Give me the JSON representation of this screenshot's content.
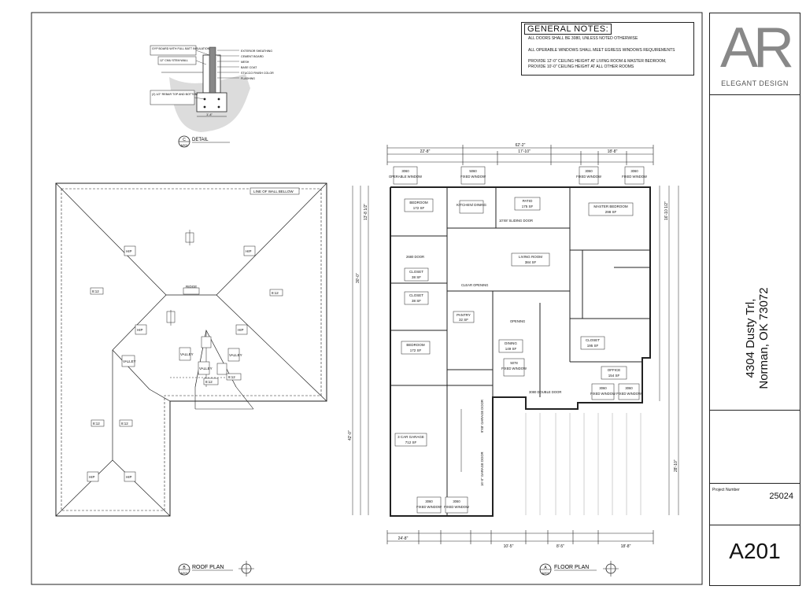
{
  "general_notes": {
    "title": "GENERAL NOTES:",
    "items": [
      "ALL DOORS SHALL BE 3080, UNLESS NOTED OTHERWISE",
      "ALL OPERABLE WINDOWS SHALL MEET EGRESS WINDOWS REQUIREMENTS",
      "PROVIDE 12'-0\" CEILING HEIGHT AT LIVING ROOM & MASTER BEDROOM,",
      "PROVIDE 10'-0\" CEILING HEIGHT AT ALL OTHER ROOMS"
    ]
  },
  "title_block": {
    "logo_letters": "AR",
    "logo_subtitle": "ELEGANT DESIGN",
    "address_line1": "4304 Dusty Trl,",
    "address_line2": "Norman, OK 73072",
    "project_number_label": "Project Number",
    "project_number": "25024",
    "sheet_number": "A201"
  },
  "detail": {
    "tag": "C",
    "sheet": "A201",
    "title": "DETAIL",
    "labels": [
      "GYP BOARD WITH FULL BATT INSULATION",
      "12\" CMU STEM WALL",
      "(2) 1/2\" REBAR TOP AND BOTTOM",
      "EXTERIOR SHEATHING",
      "CEMENT BOARD",
      "MESH",
      "BASE COAT",
      "STUCCO FINISH COLOR",
      "FLASHING"
    ],
    "dims": [
      "1'-4\""
    ]
  },
  "roof_plan": {
    "tag": "B",
    "sheet": "A201",
    "title": "ROOF PLAN",
    "line_of_wall": "LINE OF WALL BELLOW",
    "ridge": "RIDGE",
    "hip": "HIP",
    "valley": "VALLEY",
    "slope": "8:12"
  },
  "floor_plan": {
    "tag": "A",
    "sheet": "A201",
    "title": "FLOOR PLAN",
    "overall_width": "62'-2\"",
    "rooms": [
      {
        "name": "BEDROOM",
        "area": "172 SF"
      },
      {
        "name": "KITCHEN/ DINING",
        "area": ""
      },
      {
        "name": "PATIO",
        "area": "175 SF"
      },
      {
        "name": "MASTER BEDROOM",
        "area": "298 SF"
      },
      {
        "name": "LIVING ROOM",
        "area": "384 SF"
      },
      {
        "name": "CLOSET",
        "area": "38 SF"
      },
      {
        "name": "CLOSET",
        "area": "38 SF"
      },
      {
        "name": "PANTRY",
        "area": "32 SF"
      },
      {
        "name": "BEDROOM",
        "area": "172 SF"
      },
      {
        "name": "DINING",
        "area": "149 SF"
      },
      {
        "name": "CLOSET",
        "area": "195 SF"
      },
      {
        "name": "OFFICE",
        "area": "154 SF"
      },
      {
        "name": "3 CAR GARAGE",
        "area": "712 SF"
      }
    ],
    "windows": [
      {
        "size": "3060",
        "type": "OPERABLE WINDOW"
      },
      {
        "size": "5060",
        "type": "FIXED WINDOW"
      },
      {
        "size": "3060",
        "type": "FIXED WINDOW"
      },
      {
        "size": "3060",
        "type": "FIXED WINDOW"
      },
      {
        "size": "5078",
        "type": "FIXED WINDOW"
      },
      {
        "size": "3060",
        "type": "FIXED WINDOW"
      },
      {
        "size": "3060",
        "type": "FIXED WINDOW"
      },
      {
        "size": "3060",
        "type": "FIXED WINDOW"
      },
      {
        "size": "3060",
        "type": "FIXED WINDOW"
      }
    ],
    "doors": [
      "10'X8' SLIDING DOOR",
      "2680 DOOR",
      "3080 DOUBLE DOOR",
      "9'X8' GARAGE DOOR",
      "16'-0\" GARAGE DOOR",
      "OPENING",
      "CLEAR OPENING"
    ],
    "dims_top": [
      "22'-8\"",
      "17'-10\"",
      "18'-8\""
    ],
    "dims_bottom": [
      "24'-8\"",
      "10'-5\"",
      "8'-5\"",
      "18'-8\""
    ],
    "dims_left": [
      "13'-8 1/2\"",
      "30'-0\"",
      "42'-0\""
    ],
    "dims_right": [
      "16'-10 1/2\"",
      "28'-10\""
    ]
  }
}
